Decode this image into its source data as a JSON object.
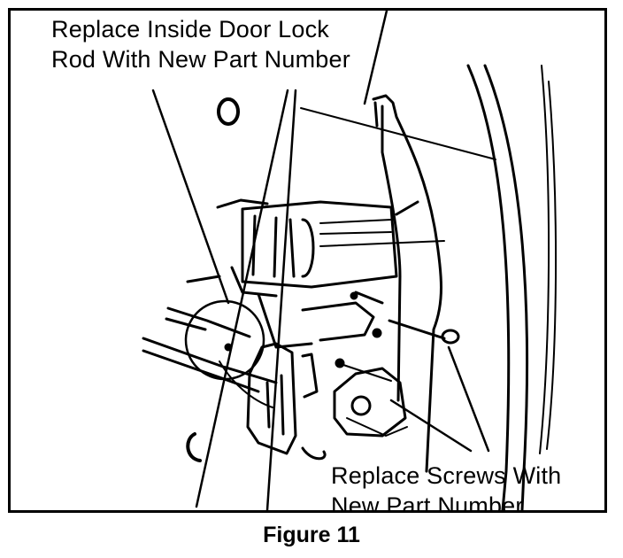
{
  "diagram": {
    "callouts": [
      {
        "lines": [
          "Replace Inside Door Lock",
          "Rod With New Part Number"
        ]
      },
      {
        "lines": [
          "Replace Screws With",
          "New Part Number"
        ]
      }
    ],
    "caption": "Figure 11",
    "colors": {
      "ink": "#000000",
      "paper": "#ffffff"
    }
  }
}
